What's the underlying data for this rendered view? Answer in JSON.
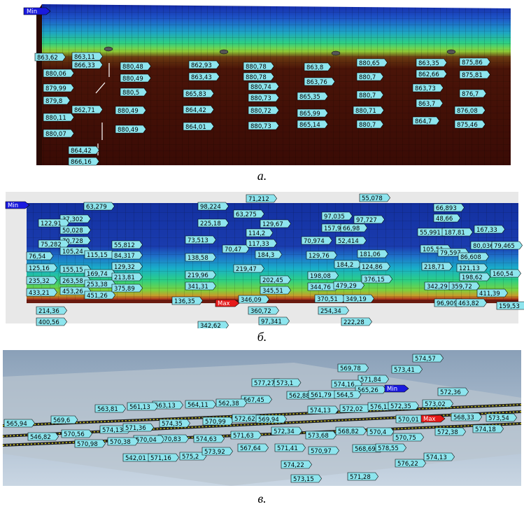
{
  "captions": {
    "a": "а.",
    "b": "б.",
    "c": "в."
  },
  "colors": {
    "label_bg": "#8ee5ee",
    "min_badge": "#1a1adf",
    "max_badge": "#e51a1a",
    "field_low": "#1330a0",
    "field_high": "#3b0b05"
  },
  "panel_a": {
    "badge_min": "Min",
    "labels": [
      "863,62",
      "863,11",
      "866,33",
      "880,06",
      "879,99",
      "879,8",
      "880,11",
      "862,71",
      "880,07",
      "864,42",
      "866,16",
      "880,48",
      "880,49",
      "880,5",
      "880,49",
      "880,49",
      "862,93",
      "863,43",
      "865,83",
      "864,42",
      "864,01",
      "880,78",
      "880,78",
      "880,74",
      "880,73",
      "880,72",
      "880,73",
      "863,8",
      "863,76",
      "865,35",
      "865,99",
      "865,14",
      "880,65",
      "880,7",
      "880,7",
      "880,71",
      "880,7",
      "863,35",
      "862,66",
      "863,73",
      "863,7",
      "864,7",
      "875,86",
      "875,81",
      "876,7",
      "876,08",
      "875,46"
    ]
  },
  "panel_b": {
    "badge_min": "Min",
    "badge_max": "Max",
    "labels": [
      "63,279",
      "37,302",
      "122,91",
      "50,028",
      "70,728",
      "75,282",
      "105,24",
      "76,54",
      "115,15",
      "55,812",
      "84,317",
      "125,16",
      "155,15",
      "129,32",
      "169,74",
      "235,32",
      "263,58",
      "213,81",
      "253,38",
      "433,21",
      "453,26",
      "451,26",
      "375,89",
      "214,36",
      "400,56",
      "98,224",
      "225,18",
      "73,513",
      "138,58",
      "219,96",
      "341,31",
      "136,35",
      "342,62",
      "71,212",
      "63,275",
      "129,67",
      "114,2",
      "117,33",
      "70,47",
      "184,3",
      "219,47",
      "202,45",
      "345,51",
      "346,09",
      "360,72",
      "97,341",
      "55,078",
      "97,035",
      "97,727",
      "157,99",
      "66,98",
      "52,414",
      "70,974",
      "181,06",
      "129,76",
      "184,2",
      "198,08",
      "124,86",
      "344,76",
      "479,29",
      "376,15",
      "370,51",
      "349,19",
      "254,34",
      "222,28",
      "66,893",
      "48,66",
      "55,991",
      "187,81",
      "167,33",
      "105,51",
      "80,036",
      "79,465",
      "79,597",
      "86,608",
      "218,71",
      "121,13",
      "198,62",
      "160,54",
      "342,29",
      "359,72",
      "411,39",
      "96,909",
      "463,82",
      "159,53"
    ]
  },
  "panel_c": {
    "badge_min": "Min",
    "badge_max": "Max",
    "labels": [
      "574,57",
      "573,41",
      "569,78",
      "571,84",
      "577,27",
      "573,1",
      "574,16",
      "565,26",
      "572,36",
      "562,88",
      "561,79",
      "564,5",
      "567,45",
      "562,38",
      "564,11",
      "563,13",
      "561,13",
      "563,81",
      "569,6",
      "565,94",
      "546,82",
      "570,56",
      "574,13",
      "571,36",
      "574,35",
      "570,99",
      "572,62",
      "569,94",
      "574,13",
      "572,02",
      "576,13",
      "572,35",
      "573,02",
      "570,01",
      "568,33",
      "573,54",
      "574,18",
      "572,38",
      "570,4",
      "570,75",
      "568,82",
      "573,68",
      "572,34",
      "571,63",
      "574,63",
      "570,83",
      "570,04",
      "570,38",
      "570,98",
      "542,01",
      "571,16",
      "575,2",
      "573,92",
      "567,64",
      "571,41",
      "570,97",
      "568,69",
      "578,55",
      "574,13",
      "576,22",
      "574,22",
      "573,15",
      "571,28"
    ]
  }
}
